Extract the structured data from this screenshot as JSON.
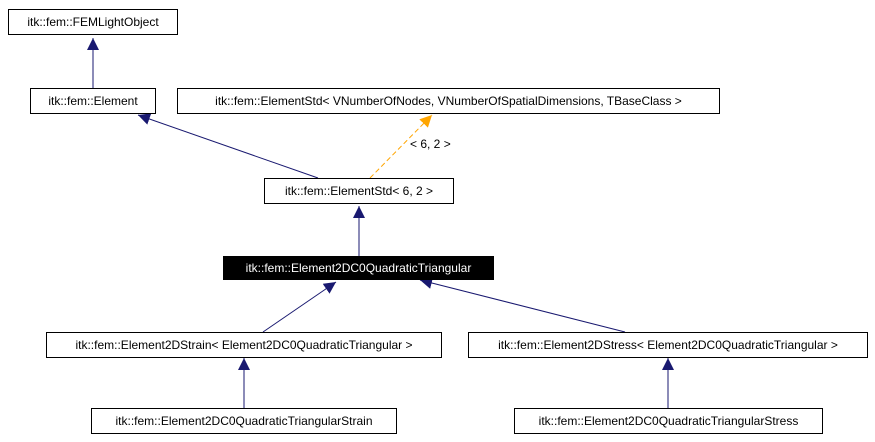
{
  "colors": {
    "inheritance_edge": "#191970",
    "template_edge": "#ffa500",
    "current_node_fill": "#000000",
    "current_node_text": "#ffffff"
  },
  "nodes": {
    "fem_light_object": "itk::fem::FEMLightObject",
    "element": "itk::fem::Element",
    "element_std_template": "itk::fem::ElementStd< VNumberOfNodes, VNumberOfSpatialDimensions, TBaseClass >",
    "element_std_6_2": "itk::fem::ElementStd< 6, 2 >",
    "quadratic_triangular": "itk::fem::Element2DC0QuadraticTriangular",
    "strain_template": "itk::fem::Element2DStrain< Element2DC0QuadraticTriangular >",
    "stress_template": "itk::fem::Element2DStress< Element2DC0QuadraticTriangular >",
    "triangular_strain": "itk::fem::Element2DC0QuadraticTriangularStrain",
    "triangular_stress": "itk::fem::Element2DC0QuadraticTriangularStress"
  },
  "edge_labels": {
    "template_args": "< 6, 2 >"
  }
}
